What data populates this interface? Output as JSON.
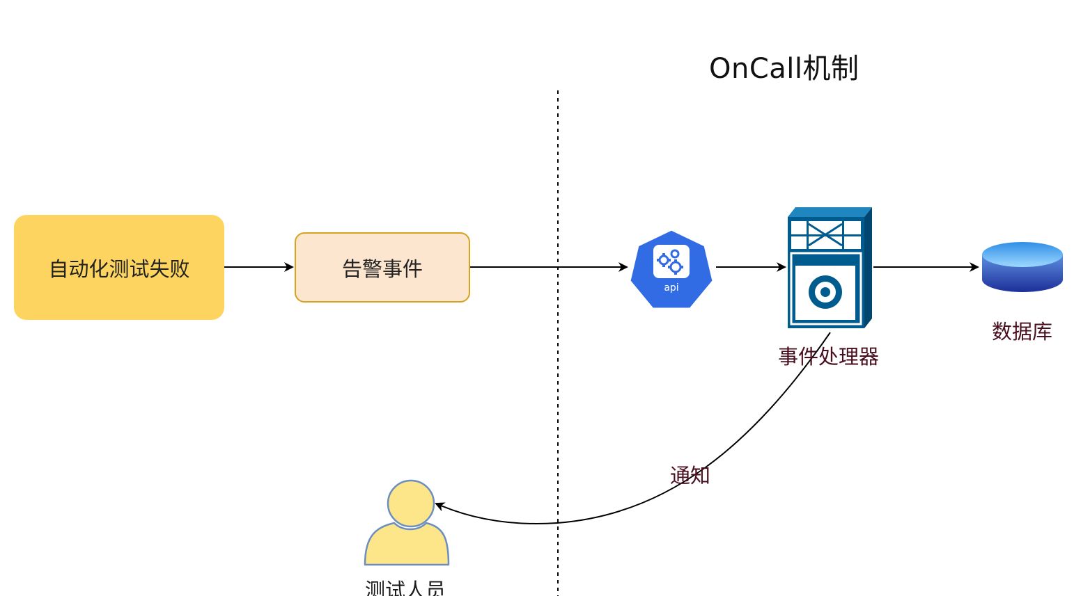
{
  "title": "OnCall机制",
  "nodes": {
    "failure": "自动化测试失败",
    "alert": "告警事件",
    "api_icon_text": "api",
    "handler": "事件处理器",
    "database": "数据库",
    "tester": "测试人员"
  },
  "edges": {
    "notify": "通知"
  },
  "icons": {
    "api": "kubernetes-api-icon",
    "handler": "server-icon",
    "database": "database-icon",
    "tester": "person-icon"
  },
  "colors": {
    "failure_fill": "#fcd45f",
    "alert_fill": "#fde6cf",
    "alert_border": "#d6a21f",
    "api_blue": "#326ce5",
    "server_blue": "#005b8f",
    "label_dark_red": "#4a0f1f",
    "person_fill": "#fde68a",
    "person_stroke": "#6c8ebf"
  }
}
